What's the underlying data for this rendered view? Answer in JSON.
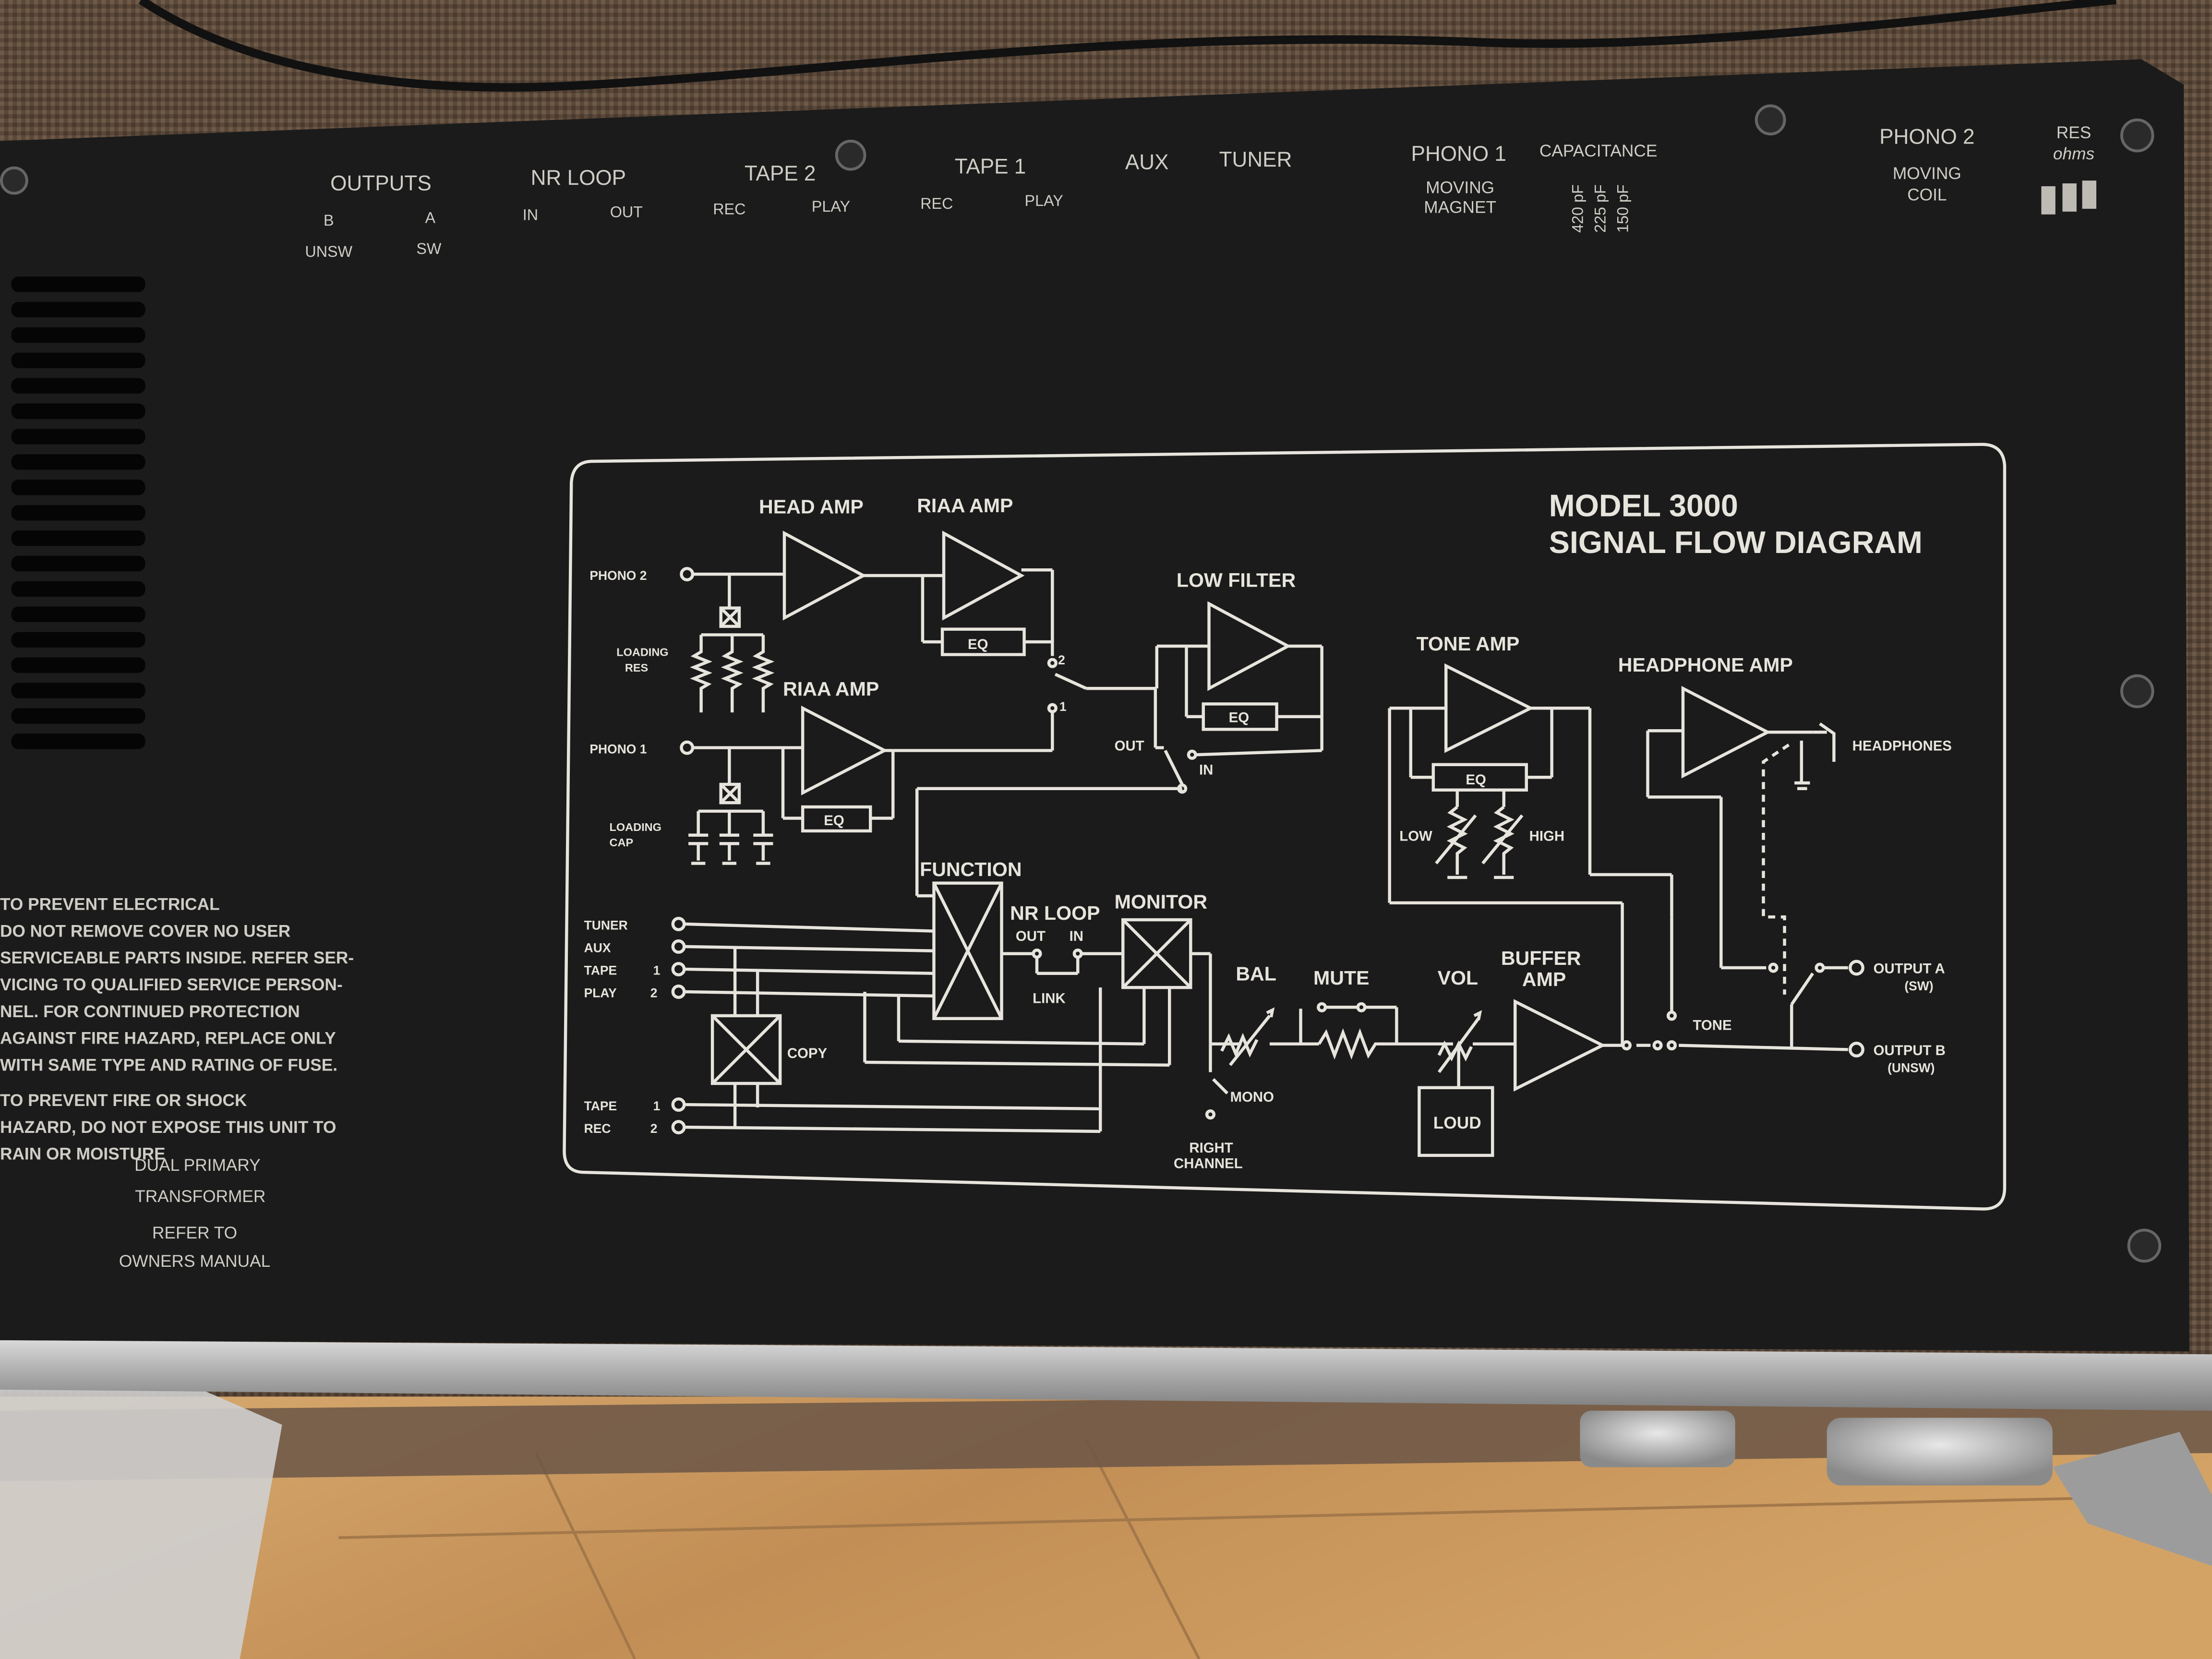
{
  "panel": {
    "top_labels": {
      "outputs": "OUTPUTS",
      "out_b": "B",
      "out_a": "A",
      "unsw": "UNSW",
      "sw": "SW",
      "nr_loop": "NR LOOP",
      "nr_in": "IN",
      "nr_out": "OUT",
      "tape2": "TAPE 2",
      "tape2_rec": "REC",
      "tape2_play": "PLAY",
      "tape1": "TAPE 1",
      "tape1_rec": "REC",
      "tape1_play": "PLAY",
      "aux": "AUX",
      "tuner": "TUNER",
      "phono1": "PHONO 1",
      "moving_magnet": [
        "MOVING",
        "MAGNET"
      ],
      "capacitance": "CAPACITANCE",
      "cap_values": [
        "420 pF",
        "225 pF",
        "150 pF"
      ],
      "phono2": "PHONO 2",
      "moving_coil": [
        "MOVING",
        "COIL"
      ],
      "res": "RES",
      "ohms": "ohms"
    },
    "warning_lines": [
      "TO PREVENT ELECTRICAL",
      "DO NOT REMOVE COVER NO USER",
      "SERVICEABLE PARTS INSIDE. REFER SER-",
      "VICING TO QUALIFIED SERVICE PERSON-",
      "NEL. FOR CONTINUED PROTECTION",
      "AGAINST FIRE HAZARD, REPLACE ONLY",
      "WITH SAME TYPE AND RATING OF FUSE.",
      "TO PREVENT FIRE OR SHOCK",
      "HAZARD, DO NOT EXPOSE THIS UNIT TO",
      "RAIN OR MOISTURE"
    ],
    "transformer_note": [
      "DUAL PRIMARY",
      "TRANSFORMER",
      "REFER TO",
      "OWNERS MANUAL"
    ]
  },
  "diagram": {
    "title": [
      "MODEL  3000",
      "SIGNAL  FLOW  DIAGRAM"
    ],
    "blocks": {
      "head_amp": "HEAD AMP",
      "riaa_amp_top": "RIAA  AMP",
      "riaa_amp_bottom": "RIAA AMP",
      "low_filter": "LOW FILTER",
      "tone_amp": "TONE AMP",
      "headphone_amp": "HEADPHONE AMP",
      "function": "FUNCTION",
      "nr_loop": "NR LOOP",
      "monitor": "MONITOR",
      "bal": "BAL",
      "mute": "MUTE",
      "vol": "VOL",
      "buffer_amp": [
        "BUFFER",
        "AMP"
      ],
      "copy": "COPY",
      "loud": "LOUD",
      "eq": "EQ"
    },
    "labels": {
      "phono2": "PHONO 2",
      "phono1": "PHONO 1",
      "loading_res": [
        "LOADING",
        "RES"
      ],
      "loading_cap": [
        "LOADING",
        "CAP"
      ],
      "tuner": "TUNER",
      "aux": "AUX",
      "tape": "TAPE",
      "play": "PLAY",
      "rec": "REC",
      "n1": "1",
      "n2": "2",
      "out": "OUT",
      "in": "IN",
      "link": "LINK",
      "low": "LOW",
      "high": "HIGH",
      "headphones": "HEADPHONES",
      "output_a": "OUTPUT  A",
      "sw": "(SW)",
      "output_b": "OUTPUT  B",
      "unsw": "(UNSW)",
      "tone": "TONE",
      "mono": "MONO",
      "right_channel": [
        "RIGHT",
        "CHANNEL"
      ]
    }
  },
  "colors": {
    "panel": "#1b1b1b",
    "print": "#e6e4dc",
    "wood": "#c9995e",
    "fabric": "#5b4a3d",
    "trim": "#b9b9b9"
  }
}
